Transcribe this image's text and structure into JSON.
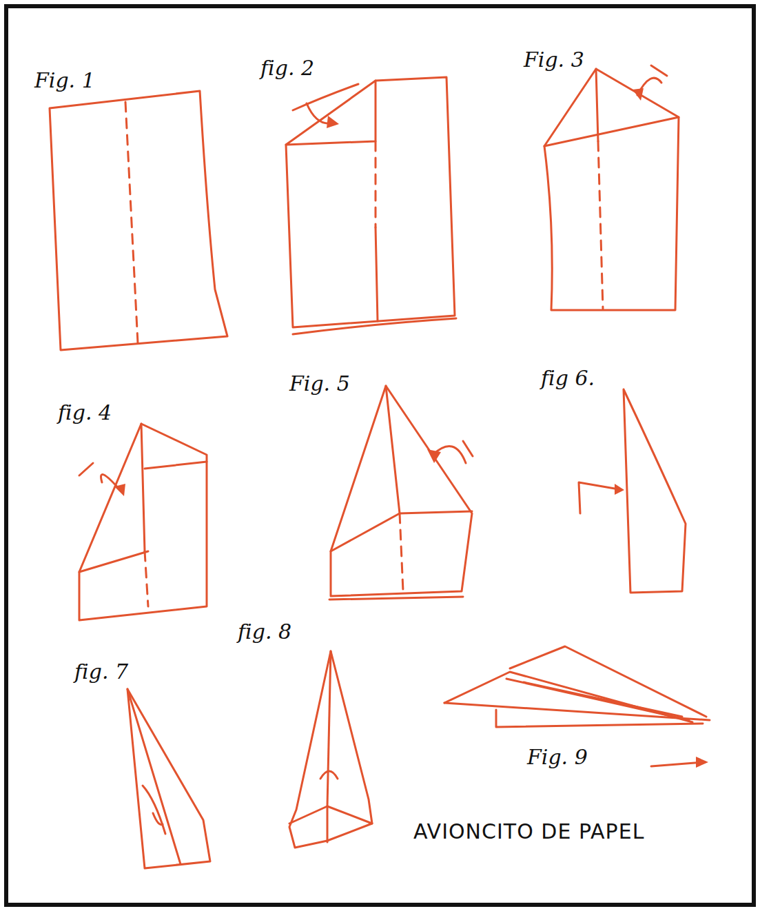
{
  "diagram": {
    "caption": "AVIONCITO DE PAPEL",
    "labels": [
      "Fig. 1",
      "fig. 2",
      "Fig. 3",
      "fig. 4",
      "Fig. 5",
      "fig 6.",
      "fig. 7",
      "fig. 8",
      "Fig. 9"
    ]
  }
}
